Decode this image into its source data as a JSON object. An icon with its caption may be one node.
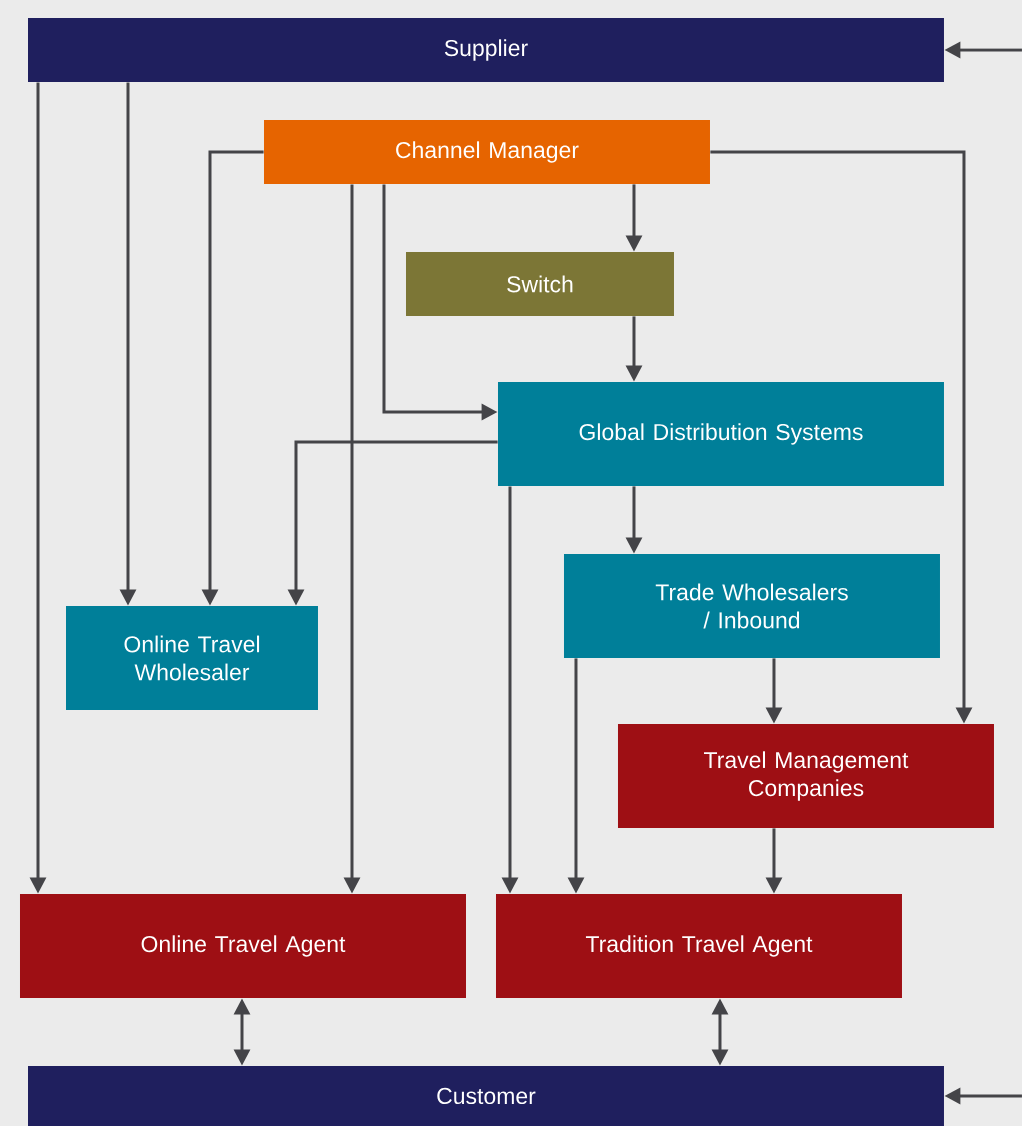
{
  "diagram": {
    "nodes": [
      {
        "text": [
          "Supplier"
        ]
      },
      {
        "text": [
          "Channel Manager"
        ]
      },
      {
        "text": [
          "Switch"
        ]
      },
      {
        "text": [
          "Global Distribution Systems"
        ]
      },
      {
        "text": [
          "Online Travel Wholesaler"
        ]
      },
      {
        "text": [
          "Trade Wholesalers / Inbound"
        ]
      },
      {
        "text": [
          "Travel Management Companies"
        ]
      },
      {
        "text": [
          "Online Travel Agent"
        ]
      },
      {
        "text": [
          "Tradition Travel Agent"
        ]
      },
      {
        "text": [
          "Customer"
        ]
      }
    ],
    "edges": [
      {
        "from": null,
        "to": 0,
        "arrow": "to"
      },
      {
        "from": 0,
        "to": 7,
        "arrow": "to"
      },
      {
        "from": 0,
        "to": 4,
        "arrow": "to"
      },
      {
        "from": 1,
        "to": 4,
        "arrow": "to"
      },
      {
        "from": 1,
        "to": 7,
        "arrow": "to"
      },
      {
        "from": 1,
        "to": 3,
        "arrow": "to"
      },
      {
        "from": 1,
        "to": 2,
        "arrow": "to"
      },
      {
        "from": 1,
        "to": 6,
        "arrow": "to"
      },
      {
        "from": 2,
        "to": 3,
        "arrow": "to"
      },
      {
        "from": 3,
        "to": 4,
        "arrow": "to"
      },
      {
        "from": 3,
        "to": 8,
        "arrow": "to"
      },
      {
        "from": 3,
        "to": 5,
        "arrow": "to"
      },
      {
        "from": 5,
        "to": 8,
        "arrow": "to"
      },
      {
        "from": 5,
        "to": 6,
        "arrow": "to"
      },
      {
        "from": 6,
        "to": 8,
        "arrow": "to"
      },
      {
        "from": 7,
        "to": 9,
        "arrow": "both"
      },
      {
        "from": 8,
        "to": 9,
        "arrow": "both"
      },
      {
        "from": null,
        "to": 9,
        "arrow": "to"
      }
    ]
  }
}
